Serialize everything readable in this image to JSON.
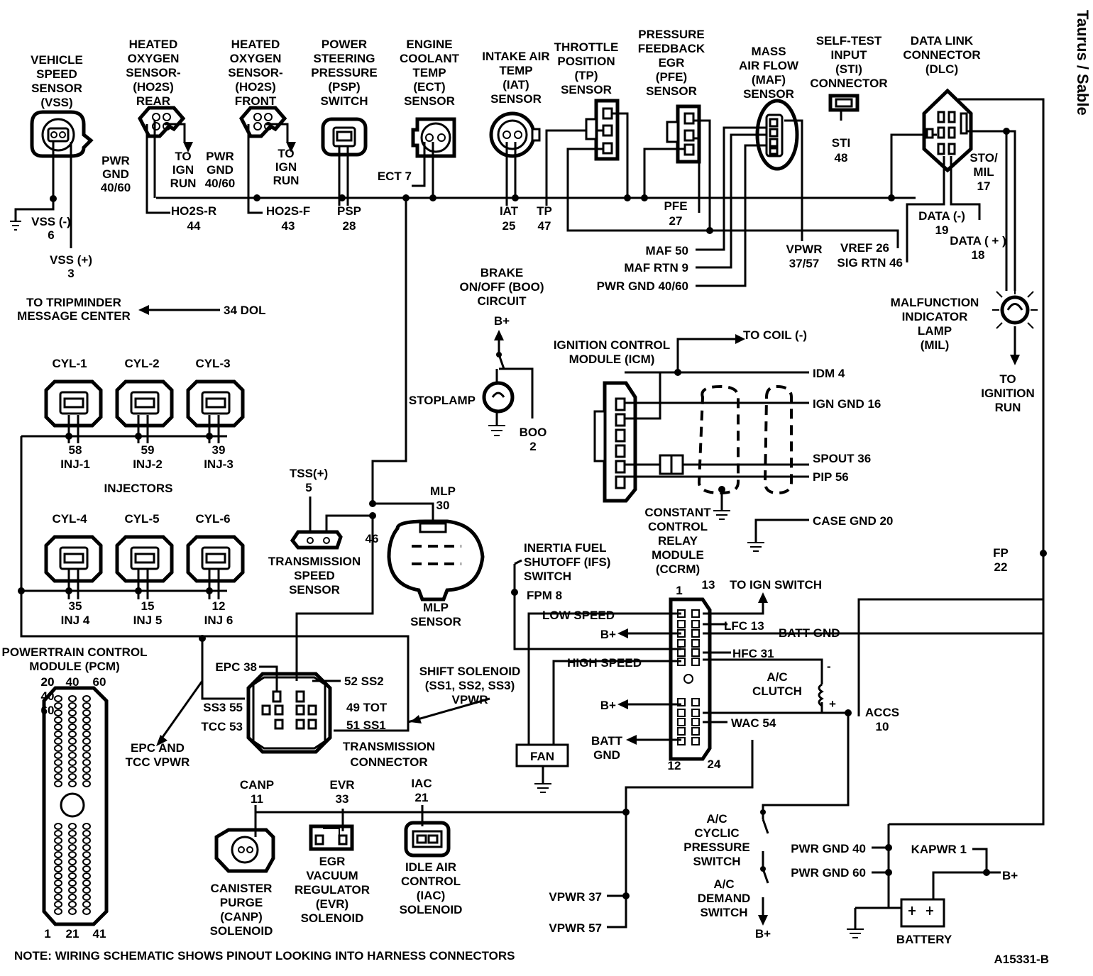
{
  "side_title": "Taurus / Sable",
  "figure_id": "A15331-B",
  "note": "NOTE: WIRING SCHEMATIC SHOWS PINOUT LOOKING INTO HARNESS CONNECTORS",
  "top_components": {
    "vss": [
      "VEHICLE",
      "SPEED",
      "SENSOR",
      "(VSS)"
    ],
    "ho2s_rear": [
      "HEATED",
      "OXYGEN",
      "SENSOR-",
      "(HO2S)",
      "REAR"
    ],
    "ho2s_front": [
      "HEATED",
      "OXYGEN",
      "SENSOR-",
      "(HO2S)",
      "FRONT"
    ],
    "psp": [
      "POWER",
      "STEERING",
      "PRESSURE",
      "(PSP)",
      "SWITCH"
    ],
    "ect": [
      "ENGINE",
      "COOLANT",
      "TEMP",
      "(ECT)",
      "SENSOR"
    ],
    "iat": [
      "INTAKE AIR",
      "TEMP",
      "(IAT)",
      "SENSOR"
    ],
    "tp": [
      "THROTTLE",
      "POSITION",
      "(TP)",
      "SENSOR"
    ],
    "pfe": [
      "PRESSURE",
      "FEEDBACK",
      "EGR",
      "(PFE)",
      "SENSOR"
    ],
    "maf": [
      "MASS",
      "AIR FLOW",
      "(MAF)",
      "SENSOR"
    ],
    "sti": [
      "SELF-TEST",
      "INPUT",
      "(STI)",
      "CONNECTOR"
    ],
    "dlc": [
      "DATA LINK",
      "CONNECTOR",
      "(DLC)"
    ]
  },
  "labels": {
    "pwr_gnd_r": [
      "PWR",
      "GND",
      "40/60"
    ],
    "to_ign_run_r": [
      "TO",
      "IGN",
      "RUN"
    ],
    "pwr_gnd_f": [
      "PWR",
      "GND",
      "40/60"
    ],
    "to_ign_run_f": [
      "TO",
      "IGN",
      "RUN"
    ],
    "vss_neg": [
      "VSS (-)",
      "6"
    ],
    "vss_pos": [
      "VSS (+)",
      "3"
    ],
    "ho2s_r": [
      "HO2S-R",
      "44"
    ],
    "ho2s_f": [
      "HO2S-F",
      "43"
    ],
    "psp": [
      "PSP",
      "28"
    ],
    "ect": "ECT 7",
    "iat": [
      "IAT",
      "25"
    ],
    "tp": [
      "TP",
      "47"
    ],
    "pfe": [
      "PFE",
      "27"
    ],
    "sti": [
      "STI",
      "48"
    ],
    "sto": [
      "STO/",
      "MIL",
      "17"
    ],
    "data_neg": [
      "DATA (-)",
      "19"
    ],
    "data_pos": [
      "DATA ( + )",
      "18"
    ],
    "maf50": "MAF 50",
    "mafrtn": "MAF RTN 9",
    "pwrgnd": "PWR GND 40/60",
    "vpwr": [
      "VPWR",
      "37/57"
    ],
    "vref": "VREF 26",
    "sigrtn": "SIG RTN 46",
    "mil": [
      "MALFUNCTION",
      "INDICATOR",
      "LAMP",
      "(MIL)"
    ],
    "to_ign_run_mil": [
      "TO",
      "IGNITION",
      "RUN"
    ],
    "tripminder": [
      "TO TRIPMINDER",
      "MESSAGE CENTER"
    ],
    "dol": "34 DOL",
    "brake": [
      "BRAKE",
      "ON/OFF (BOO)",
      "CIRCUIT"
    ],
    "bplus": "B+",
    "stoplamp": "STOPLAMP",
    "boo": [
      "BOO",
      "2"
    ],
    "icm": [
      "IGNITION CONTROL",
      "MODULE (ICM)"
    ],
    "to_coil": "TO COIL (-)",
    "idm": "IDM 4",
    "igngnd": "IGN GND 16",
    "spout": "SPOUT 36",
    "pip": "PIP 56",
    "casegnd": "CASE GND 20",
    "ccrm": [
      "CONSTANT",
      "CONTROL",
      "RELAY",
      "MODULE",
      "(CCRM)"
    ],
    "cyl": [
      "CYL-1",
      "CYL-2",
      "CYL-3",
      "CYL-4",
      "CYL-5",
      "CYL-6"
    ],
    "inj": [
      [
        "58",
        "INJ-1"
      ],
      [
        "59",
        "INJ-2"
      ],
      [
        "39",
        "INJ-3"
      ],
      [
        "35",
        "INJ 4"
      ],
      [
        "15",
        "INJ 5"
      ],
      [
        "12",
        "INJ 6"
      ]
    ],
    "injectors": "INJECTORS",
    "tss": [
      "TSS(+)",
      "5"
    ],
    "tss_sensor": [
      "TRANSMISSION",
      "SPEED",
      "SENSOR"
    ],
    "p46": "46",
    "mlp": [
      "MLP",
      "30"
    ],
    "mlp_sensor": [
      "MLP",
      "SENSOR"
    ],
    "ifs": [
      "INERTIA FUEL",
      "SHUTOFF (IFS)",
      "SWITCH"
    ],
    "fpm": "FPM 8",
    "fp": [
      "FP",
      "22"
    ],
    "pin1": "1",
    "pin13": "13",
    "pin12": "12",
    "pin24": "24",
    "to_ign_switch": "TO IGN SWITCH",
    "low_speed": "LOW SPEED",
    "high_speed": "HIGH SPEED",
    "lfc": "LFC 13",
    "hfc": "HFC 31",
    "batt_gnd": "BATT GND",
    "batt_gnd2": [
      "BATT",
      "GND"
    ],
    "ac_clutch": [
      "A/C",
      "CLUTCH"
    ],
    "wac": "WAC 54",
    "accs": [
      "ACCS",
      "10"
    ],
    "fan": "FAN",
    "pcm": [
      "POWERTRAIN CONTROL",
      "MODULE (PCM)"
    ],
    "pcm_top": [
      "20",
      "40",
      "60"
    ],
    "pcm_bot": [
      "1",
      "21",
      "41"
    ],
    "epc38": "EPC 38",
    "ss2": "52 SS2",
    "ss3": "SS3 55",
    "tot": "49 TOT",
    "tcc": "TCC 53",
    "ss1": "51 SS1",
    "shift": [
      "SHIFT SOLENOID",
      "(SS1, SS2, SS3)",
      "VPWR"
    ],
    "epc_tcc": [
      "EPC AND",
      "TCC VPWR"
    ],
    "trans_conn": [
      "TRANSMISSION",
      "CONNECTOR"
    ],
    "canp": [
      "CANP",
      "11"
    ],
    "evr": [
      "EVR",
      "33"
    ],
    "iac": [
      "IAC",
      "21"
    ],
    "canp_sol": [
      "CANISTER",
      "PURGE",
      "(CANP)",
      "SOLENOID"
    ],
    "evr_sol": [
      "EGR",
      "VACUUM",
      "REGULATOR",
      "(EVR)",
      "SOLENOID"
    ],
    "iac_sol": [
      "IDLE AIR",
      "CONTROL",
      "(IAC)",
      "SOLENOID"
    ],
    "vpwr37": "VPWR 37",
    "vpwr57": "VPWR 57",
    "ac_cyclic": [
      "A/C",
      "CYCLIC",
      "PRESSURE",
      "SWITCH"
    ],
    "ac_demand": [
      "A/C",
      "DEMAND",
      "SWITCH"
    ],
    "pwrgnd40": "PWR GND 40",
    "pwrgnd60": "PWR GND 60",
    "kapwr": "KAPWR 1",
    "battery": "BATTERY"
  }
}
